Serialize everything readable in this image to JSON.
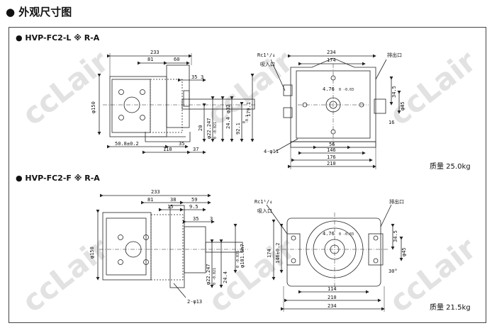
{
  "page": {
    "title": "● 外观尺寸图",
    "watermark": "ccLair"
  },
  "top_block": {
    "model": "● HVP-FC2-L ※ R-A",
    "mass": "质量 25.0kg",
    "side_dims": {
      "d233": "233",
      "d81": "81",
      "d60": "60",
      "d35": "35",
      "d3": "3",
      "phi150": "φ150",
      "h20": "20",
      "d50_8": "50.8±0.2",
      "d35b": "35",
      "d110": "110",
      "d37": "37",
      "phi22": "φ22.247",
      "phi22tol": "0  -0.021",
      "d24_4": "24.4",
      "phi32": "φ32",
      "d92_1": "92.1",
      "d179_1": "179.1",
      "d0": "0",
      "d0_1": "-0.1"
    },
    "front_dims": {
      "d234": "234",
      "d174": "174",
      "rc": "Rc1¹/₄",
      "suction": "吸入口",
      "discharge": "排出口",
      "d4_76": "4.76",
      "d4_76tol": "0  -0.03",
      "d34_5": "34.5",
      "phi45": "φ45",
      "d16": "16",
      "holes": "4-φ11",
      "d56": "56",
      "d146": "146",
      "d176": "176",
      "d210": "210"
    }
  },
  "bottom_block": {
    "model": "● HVP-FC2-F ※ R-A",
    "mass": "质量 21.5kg",
    "side_dims": {
      "d233": "233",
      "d81": "81",
      "d38": "38",
      "d59": "59",
      "d15": "15",
      "d9_5": "9.5",
      "d35": "35",
      "d3": "3",
      "phi150": "φ150",
      "phi101": "φ101.6h7",
      "phi101tol": "0  -0.035",
      "phi22": "φ22.247",
      "phi22tol": "0  -0.021",
      "d24_4": "24.4",
      "holes": "2-φ13"
    },
    "front_dims": {
      "rc": "Rc1¹/₄",
      "suction": "吸入口",
      "discharge": "排出口",
      "d4_76": "4.76",
      "d4_76tol": "0  -0.03",
      "d174": "174",
      "d146": "146±0.2",
      "d34_5": "34.5",
      "phi45": "φ45",
      "d30": "30°",
      "d114": "114",
      "d210": "210",
      "d234": "234"
    }
  }
}
